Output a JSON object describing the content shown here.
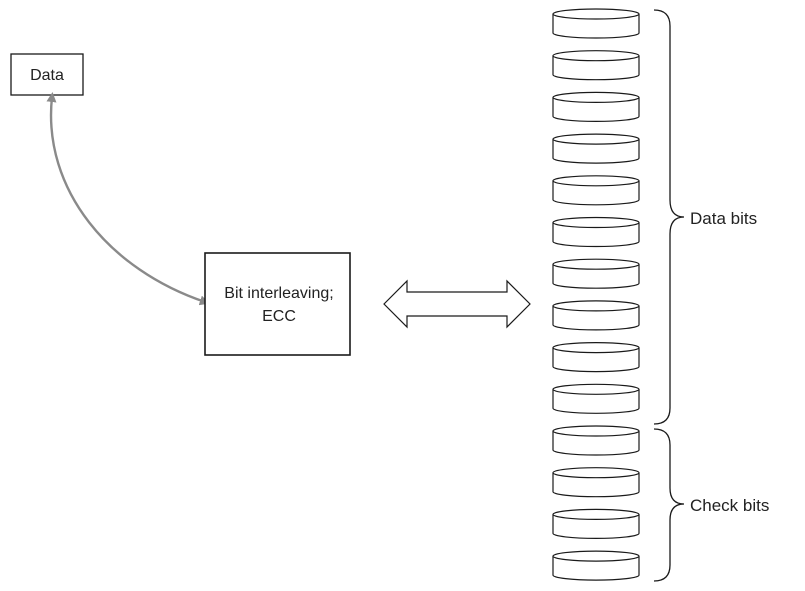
{
  "data_box": {
    "label": "Data"
  },
  "processor_box": {
    "line1": "Bit interleaving;",
    "line2": "ECC"
  },
  "disks": {
    "data_count": 10,
    "check_count": 4,
    "data_brace_label": "Data bits",
    "check_brace_label": "Check bits"
  },
  "colors": {
    "stroke": "#1a1a1a",
    "curve_arrow": "#8a8a8a",
    "background": "#ffffff"
  },
  "icons": {
    "curved_connector": "bidirectional-curved-arrow",
    "double_arrow": "hollow-double-headed-arrow"
  }
}
